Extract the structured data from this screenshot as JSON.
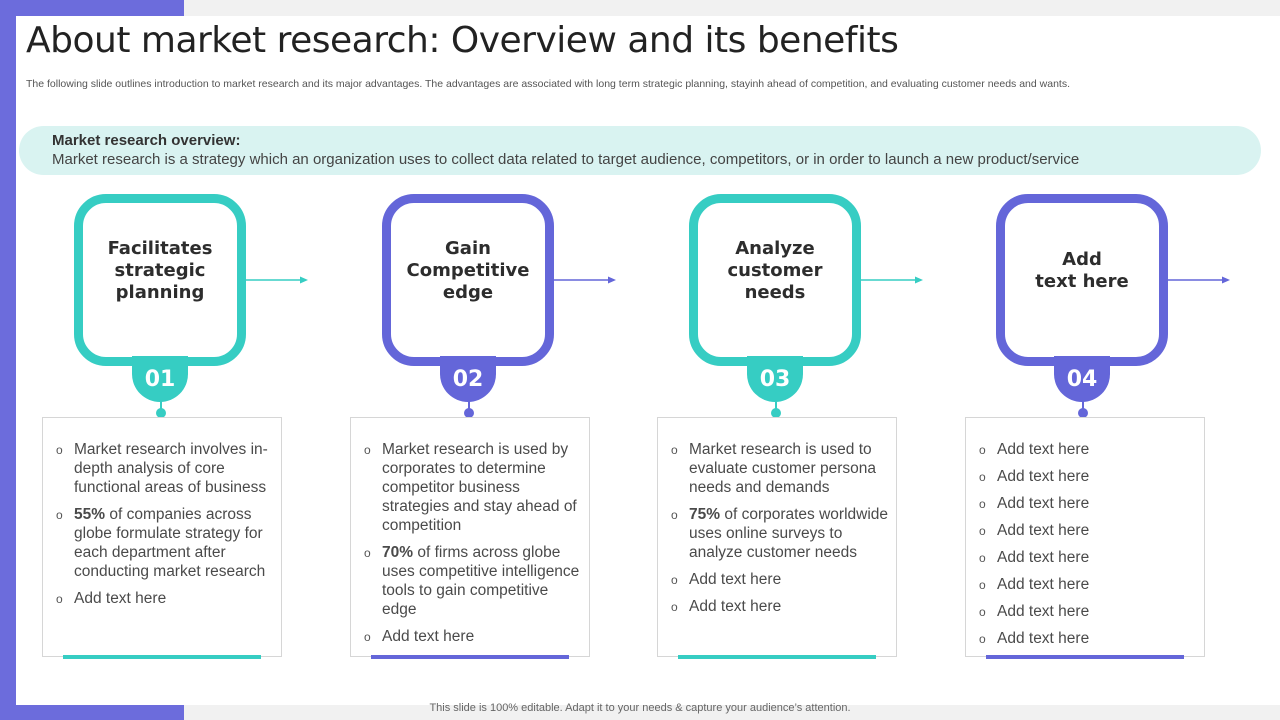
{
  "title": "About market research: Overview and its benefits",
  "subtitle": "The following slide outlines introduction to market research and its major advantages. The advantages are associated with long term strategic planning, stayinh ahead of competition, and evaluating customer needs and wants.",
  "overview": {
    "heading": "Market research overview:",
    "text": "Market research is a strategy which an organization uses to collect data related to target audience, competitors, or in order to launch a new product/service"
  },
  "colors": {
    "teal": "#36cdc3",
    "purple": "#6466d9",
    "sidebar": "#6c6cdc",
    "overview_bg": "#d9f3f1"
  },
  "cards": [
    {
      "label": "Facilitates\nstrategic\nplanning",
      "number": "01",
      "bullets": [
        {
          "bold": "",
          "text": "Market research involves in-depth analysis of core functional areas of business"
        },
        {
          "bold": "55%",
          "text": " of companies across globe formulate strategy for each department after conducting market research"
        },
        {
          "bold": "",
          "text": "Add text here"
        }
      ]
    },
    {
      "label": "Gain\nCompetitive\nedge",
      "number": "02",
      "bullets": [
        {
          "bold": "",
          "text": "Market research is used by corporates to determine competitor business strategies and stay ahead of competition"
        },
        {
          "bold": "70%",
          "text": " of firms across globe uses competitive intelligence tools to gain competitive edge"
        },
        {
          "bold": "",
          "text": "Add text here"
        }
      ]
    },
    {
      "label": "Analyze\ncustomer\nneeds",
      "number": "03",
      "bullets": [
        {
          "bold": "",
          "text": "Market research is used to evaluate customer persona needs and demands"
        },
        {
          "bold": "75%",
          "text": " of corporates worldwide uses online surveys to analyze customer needs"
        },
        {
          "bold": "",
          "text": "Add text here"
        },
        {
          "bold": "",
          "text": "Add text here"
        }
      ]
    },
    {
      "label": "Add\ntext here",
      "number": "04",
      "bullets": [
        {
          "bold": "",
          "text": "Add text here"
        },
        {
          "bold": "",
          "text": "Add text here"
        },
        {
          "bold": "",
          "text": "Add text here"
        },
        {
          "bold": "",
          "text": "Add text here"
        },
        {
          "bold": "",
          "text": "Add text here"
        },
        {
          "bold": "",
          "text": "Add text here"
        },
        {
          "bold": "",
          "text": "Add text here"
        },
        {
          "bold": "",
          "text": "Add text here"
        }
      ]
    }
  ],
  "footer": "This slide is 100% editable. Adapt it to your needs & capture your audience’s attention."
}
